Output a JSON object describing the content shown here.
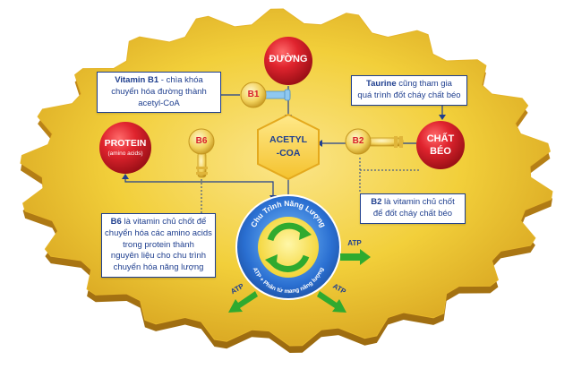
{
  "nodes": {
    "duong": "ĐƯỜNG",
    "protein": "PROTEIN",
    "protein_sub": "(amino acids)",
    "chat": "CHẤT",
    "beo": "BÉO",
    "acetyl_1": "ACETYL",
    "acetyl_2": "-COA"
  },
  "keys": {
    "b1": "B1",
    "b2": "B2",
    "b6": "B6"
  },
  "boxes": {
    "b1_title": "Vitamin B1",
    "b1_text1": " - chìa khóa",
    "b1_text2": "chuyển hóa đường thành",
    "b1_text3": "acetyl-CoA",
    "taurine_title": "Taurine",
    "taurine_text1": " cũng tham gia",
    "taurine_text2": "quá trình đốt cháy chất béo",
    "b2_title": "B2",
    "b2_text1": " là vitamin chủ chốt",
    "b2_text2": "để đốt cháy chất béo",
    "b6_title": "B6",
    "b6_text1": " là vitamin chủ chốt để",
    "b6_text2": "chuyển hóa các amino acids",
    "b6_text3": "trong protein thành",
    "b6_text4": "nguyên liệu cho chu trình",
    "b6_text5": "chuyển hóa năng lượng"
  },
  "cycle": {
    "top": "Chu Trình Năng Lượng",
    "bottom": "ATP + Phân tử mang năng lượng"
  },
  "atp": {
    "right": "ATP",
    "left": "ATP",
    "bottom_right": "ATP"
  },
  "colors": {
    "gear_gold": "#f2cf3a",
    "red": "#d81f2a",
    "navy": "#1f3f8f",
    "blue": "#2a6fd1",
    "green": "#2faa2f"
  }
}
